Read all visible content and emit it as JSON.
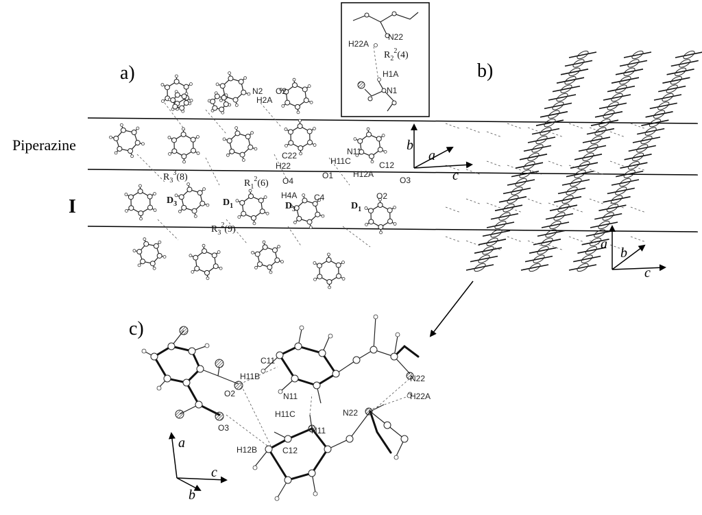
{
  "panels": {
    "a": {
      "label": "a)"
    },
    "b": {
      "label": "b)"
    },
    "c": {
      "label": "c)"
    }
  },
  "layers": {
    "piperazine": "Piperazine",
    "I": "I"
  },
  "inset": {
    "atoms": [
      "N22",
      "H22A",
      "H1A",
      "N1"
    ],
    "motif": {
      "main": "R",
      "sub": "2",
      "sup": "2",
      "rest": "(4)"
    }
  },
  "panel_a": {
    "atoms": [
      "N2",
      "H2A",
      "O2",
      "N11",
      "H11C",
      "C12",
      "H12A",
      "C22",
      "H22",
      "O1",
      "O3",
      "O4",
      "H4A",
      "C4",
      "O2"
    ],
    "motifs": [
      {
        "main": "R",
        "sub": "3",
        "sup": "3",
        "rest": "(8)"
      },
      {
        "main": "R",
        "sub": "1",
        "sup": "2",
        "rest": "(6)"
      },
      {
        "main": "R",
        "sub": "3",
        "sup": "2",
        "rest": "(9)"
      }
    ],
    "dimers": [
      {
        "main": "D",
        "sub": "3"
      },
      {
        "main": "D",
        "sub": "1"
      },
      {
        "main": "D",
        "sub": "3"
      },
      {
        "main": "D",
        "sub": "1"
      }
    ]
  },
  "axes": {
    "a_panel": [
      "b",
      "a",
      "c"
    ],
    "b_panel": [
      "a",
      "b",
      "c"
    ],
    "c_panel": [
      "a",
      "c",
      "b"
    ]
  },
  "panel_c": {
    "atoms": [
      "C11",
      "H11B",
      "O2",
      "N11",
      "H11C",
      "O3",
      "H12B",
      "N11",
      "C12",
      "N22",
      "H22A",
      "N22"
    ]
  }
}
